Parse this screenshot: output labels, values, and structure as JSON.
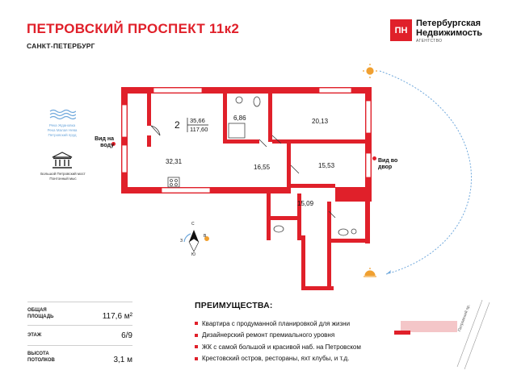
{
  "header": {
    "title": "ПЕТРОВСКИЙ ПРОСПЕКТ 11к2",
    "city": "САНКТ-ПЕТЕРБУРГ"
  },
  "logo": {
    "badge": "ПН",
    "line1": "Петербургская",
    "line2": "Недвижимость",
    "line3": "АГЕНТСТВО",
    "icon": "agency-logo-icon",
    "color": "#e0202a"
  },
  "landmarks": {
    "water": {
      "icon": "waves-icon",
      "lines": [
        "Река Ждановка",
        "Река Малая Нева",
        "Петровский пруд"
      ]
    },
    "building": {
      "icon": "classical-building-icon",
      "lines": [
        "Большой Петровский мост",
        "Понтонный мыс"
      ]
    }
  },
  "plan": {
    "rooms_count": "2",
    "living_area": "35,66",
    "total_area": "117,60",
    "rooms": [
      {
        "id": "living",
        "area": "32,31"
      },
      {
        "id": "bath-top",
        "area": "6,86"
      },
      {
        "id": "bedroom-1",
        "area": "20,13"
      },
      {
        "id": "hall",
        "area": "16,55"
      },
      {
        "id": "bedroom-2",
        "area": "15,53"
      },
      {
        "id": "corridor",
        "area": "15,09"
      }
    ],
    "view_water": "Вид на воду",
    "view_yard": "Вид во двор",
    "wall_color": "#e0202a"
  },
  "compass": {
    "labels": {
      "n": "С",
      "s": "Ю",
      "w": "З",
      "e": "В"
    },
    "icon": "compass-icon",
    "sun_icon": "sun-icon"
  },
  "stats": [
    {
      "label_1": "ОБЩАЯ",
      "label_2": "ПЛОЩАДЬ",
      "value": "117,6 м²"
    },
    {
      "label_1": "ЭТАЖ",
      "label_2": "",
      "value": "6/9"
    },
    {
      "label_1": "ВЫСОТА",
      "label_2": "ПОТОЛКОВ",
      "value": "3,1 м"
    }
  ],
  "advantages": {
    "title": "ПРЕИМУЩЕСТВА:",
    "items": [
      "Квартира с продуманной планировкой для жизни",
      "Дизайнерский ремонт премиального уровня",
      "ЖК с самой большой и красивой наб. на Петровском",
      "Крестовский остров, рестораны, яхт клубы, и т.д."
    ]
  },
  "site": {
    "street": "Петровский пр."
  }
}
